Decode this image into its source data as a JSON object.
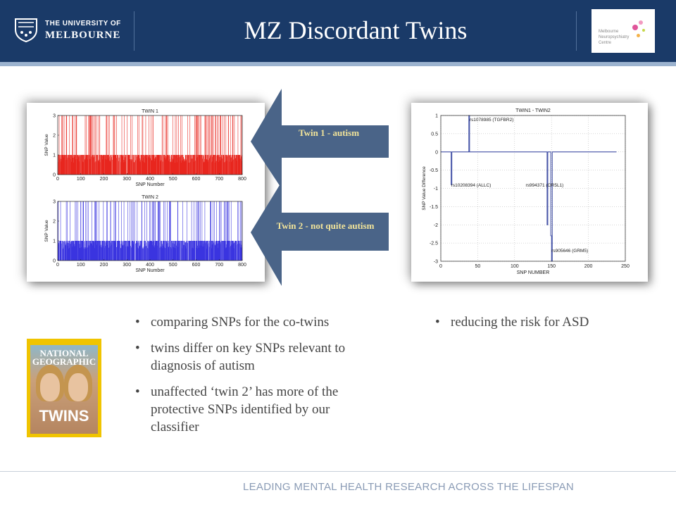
{
  "header": {
    "title": "MZ Discordant Twins",
    "university_top": "THE UNIVERSITY OF",
    "university_bottom": "MELBOURNE",
    "partner_logo_lines": [
      "Melbourne",
      "Neuropsychiatry",
      "Centre"
    ],
    "bg_color": "#1a3a68"
  },
  "arrows": {
    "twin1_label": "Twin 1 - autism",
    "twin2_label": "Twin 2 - not quite autism",
    "color": "#4a6488",
    "label_color": "#f2e49a"
  },
  "chart_data": [
    {
      "type": "bar",
      "title": "TWIN 1",
      "xlabel": "SNP Number",
      "ylabel": "SNP Value",
      "xlim": [
        0,
        800
      ],
      "ylim": [
        0,
        3
      ],
      "xticks": [
        0,
        100,
        200,
        300,
        400,
        500,
        600,
        700,
        800
      ],
      "yticks": [
        0,
        1,
        2,
        3
      ],
      "color": "#e8261e",
      "n_points": 780
    },
    {
      "type": "bar",
      "title": "TWIN 2",
      "xlabel": "SNP Number",
      "ylabel": "SNP Value",
      "xlim": [
        0,
        800
      ],
      "ylim": [
        0,
        3
      ],
      "xticks": [
        0,
        100,
        200,
        300,
        400,
        500,
        600,
        700,
        800
      ],
      "yticks": [
        0,
        1,
        2,
        3
      ],
      "color": "#3a34e0",
      "n_points": 780
    },
    {
      "type": "line",
      "title": "TWIN1 - TWIN2",
      "xlabel": "SNP NUMBER",
      "ylabel": "SNP Value Difference",
      "xlim": [
        0,
        250
      ],
      "ylim": [
        -3,
        1
      ],
      "xticks": [
        0,
        50,
        100,
        150,
        200,
        250
      ],
      "yticks": [
        1,
        0.5,
        0,
        -0.5,
        -1,
        -1.5,
        -2,
        -2.5,
        -3
      ],
      "grid": true,
      "color": "#2a3a9a",
      "x": [
        0,
        14,
        14,
        15,
        15,
        38,
        38,
        39,
        39,
        144,
        144,
        145,
        145,
        149,
        149,
        150,
        150,
        151,
        151,
        238
      ],
      "y": [
        0,
        0,
        -0.9,
        -0.9,
        0,
        0,
        1,
        1,
        0,
        0,
        -2,
        -2,
        0,
        0,
        -2.3,
        -2.3,
        -3,
        -3,
        0,
        0
      ],
      "annotations": [
        {
          "text": "rs1078985 (TGFBR2)",
          "x": 39,
          "y": 0.85
        },
        {
          "text": "rs10208394 (ALLC)",
          "x": 14,
          "y": -0.95
        },
        {
          "text": "rs994371 (OR5L1)",
          "x": 115,
          "y": -0.95
        },
        {
          "text": "rs905646 (GRM5)",
          "x": 150,
          "y": -2.75
        }
      ]
    }
  ],
  "bullets_left": [
    "comparing SNPs for the co-twins",
    "twins differ on key SNPs relevant to diagnosis of autism",
    "unaffected ‘twin 2’ has more of the protective SNPs identified by our classifier"
  ],
  "bullets_right": [
    "reducing the risk for ASD"
  ],
  "magazine": {
    "title": "NATIONAL GEOGRAPHIC",
    "headline": "TWINS"
  },
  "footer": "LEADING MENTAL HEALTH RESEARCH ACROSS THE LIFESPAN"
}
